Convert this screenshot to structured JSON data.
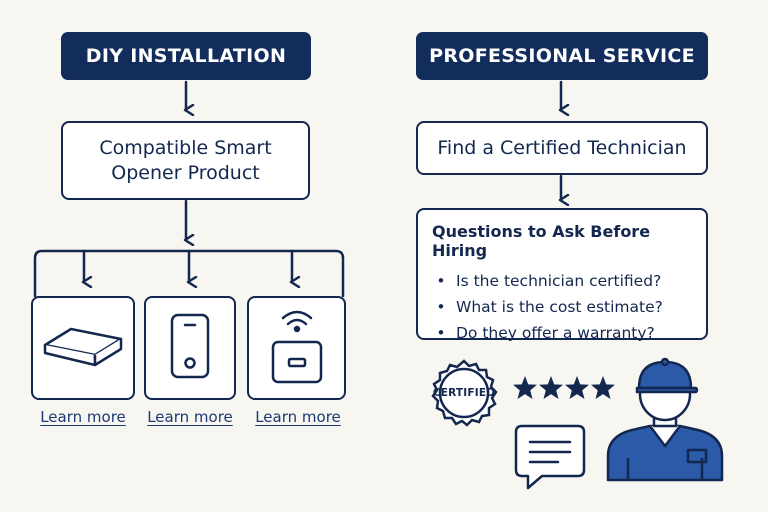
{
  "diy": {
    "header": "DIY INSTALLATION",
    "product_title": "Compatible Smart Opener Product",
    "products": [
      {
        "icon": "opener-unit-icon",
        "link": "Learn more"
      },
      {
        "icon": "smartphone-icon",
        "link": "Learn more"
      },
      {
        "icon": "wifi-keypad-icon",
        "link": "Learn more"
      }
    ]
  },
  "pro": {
    "header": "PROFESSIONAL SERVICE",
    "find_title": "Find a Certified Technician",
    "questions_title": "Questions to Ask Before Hiring",
    "questions": [
      "Is the technician certified?",
      "What is the cost estimate?",
      "Do they offer a warranty?"
    ],
    "badge_text": "CERTIFIED",
    "stars": 4,
    "icons": [
      "certified-badge-icon",
      "star-rating-icon",
      "chat-bubble-icon",
      "technician-icon"
    ]
  },
  "colors": {
    "navy": "#122d5c",
    "ink": "#14284f",
    "accent_blue": "#2a5aa8",
    "background": "#f7f6f1"
  }
}
